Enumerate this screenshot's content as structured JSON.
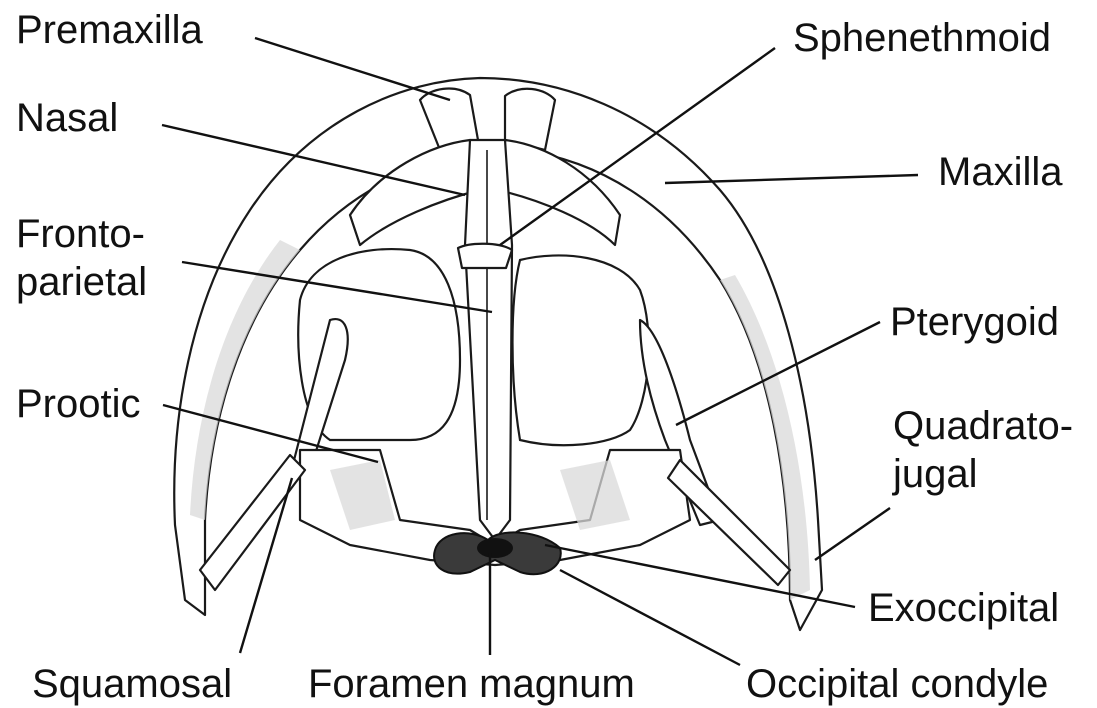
{
  "labels": {
    "premaxilla": "Premaxilla",
    "nasal": "Nasal",
    "fronto_line1": "Fronto-",
    "fronto_line2": "parietal",
    "prootic": "Prootic",
    "squamosal": "Squamosal",
    "foramen_magnum": "Foramen magnum",
    "occipital_condyle": "Occipital condyle",
    "exoccipital": "Exoccipital",
    "quadrato_line1": "Quadrato-",
    "quadrato_line2": "jugal",
    "pterygoid": "Pterygoid",
    "maxilla": "Maxilla",
    "sphenethmoid": "Sphenethmoid"
  },
  "colors": {
    "ink": "#111111",
    "bone": "#ffffff",
    "shading": "#d9d9d9"
  }
}
